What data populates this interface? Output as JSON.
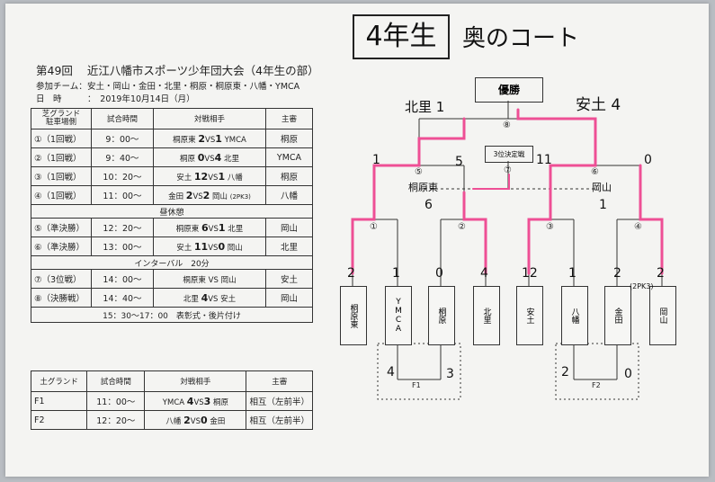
{
  "header": {
    "edition": "第49回",
    "tournament": "近江八幡市スポーツ少年団大会（4年生の部）",
    "teams_label": "参加チーム：",
    "teams": "安土・岡山・金田・北里・桐原・桐原東・八幡・YMCA",
    "date_label": "日　時",
    "date": "：　2019年10月14日（月）"
  },
  "schedule": {
    "col_ground": "芝グランド",
    "col_ground2": "駐車場側",
    "col_time": "試合時間",
    "col_opp": "対戦相手",
    "col_ref": "主審",
    "rows": [
      {
        "ground": "①（1回戦）",
        "time": "9：00～",
        "home": "桐原東",
        "hs": "2",
        "vs": "VS",
        "as": "1",
        "away": "YMCA",
        "ref": "桐原"
      },
      {
        "ground": "②（1回戦）",
        "time": "9：40～",
        "home": "桐原",
        "hs": "0",
        "vs": "VS",
        "as": "4",
        "away": "北里",
        "ref": "YMCA"
      },
      {
        "ground": "③（1回戦）",
        "time": "10：20～",
        "home": "安土",
        "hs": "12",
        "vs": "VS",
        "as": "1",
        "away": "八幡",
        "ref": "桐原"
      },
      {
        "ground": "④（1回戦）",
        "time": "11：00～",
        "home": "金田",
        "hs": "2",
        "vs": "VS",
        "as": "2",
        "away": "岡山",
        "ref": "八幡"
      }
    ],
    "pk_note": "(2PK3)",
    "break1": "昼休憩",
    "rows2": [
      {
        "ground": "⑤（準決勝）",
        "time": "12：20～",
        "home": "桐原東",
        "hs": "6",
        "vs": "VS",
        "as": "1",
        "away": "北里",
        "ref": "岡山"
      },
      {
        "ground": "⑥（準決勝）",
        "time": "13：00～",
        "home": "安土",
        "hs": "11",
        "vs": "VS",
        "as": "0",
        "away": "岡山",
        "ref": "北里"
      }
    ],
    "break2": "インターバル　20分",
    "rows3": [
      {
        "ground": "⑦（3位戦）",
        "time": "14：00～",
        "home": "桐原東",
        "hs": "",
        "vs": "VS",
        "as": "",
        "away": "岡山",
        "ref": "安土"
      },
      {
        "ground": "⑧（決勝戦）",
        "time": "14：40～",
        "home": "北里",
        "hs": "4",
        "vs": "VS",
        "as": "",
        "away": "安土",
        "ref": "岡山"
      }
    ],
    "closing": "15：30～17：00　表彰式・後片付け"
  },
  "ground": {
    "col_ground": "土グランド",
    "col_time": "試合時間",
    "col_opp": "対戦相手",
    "col_ref": "主審",
    "rows": [
      {
        "ground": "F1",
        "time": "11：00～",
        "home": "YMCA",
        "hs": "4",
        "vs": "VS",
        "as": "3",
        "away": "桐原",
        "ref": "相互（左前半）"
      },
      {
        "ground": "F2",
        "time": "12：20～",
        "home": "八幡",
        "hs": "2",
        "vs": "VS",
        "as": "0",
        "away": "金田",
        "ref": "相互（左前半）"
      }
    ]
  },
  "bracket": {
    "title": "4年生",
    "court": "奥のコート",
    "champion": "優勝",
    "third": "3位決定戦",
    "final_left": "北里 1",
    "final_right": "安土 4",
    "teams": [
      "桐原東",
      "YMCA",
      "桐原",
      "北里",
      "安土",
      "八幡",
      "金田",
      "岡山"
    ],
    "team_scores": [
      "2",
      "1",
      "0",
      "4",
      "12",
      "1",
      "2",
      "2"
    ],
    "pk": "(2PK3)",
    "nodes": [
      "①",
      "②",
      "③",
      "④",
      "⑤",
      "⑥",
      "⑦",
      "⑧"
    ],
    "semi_scores": [
      "1",
      "5",
      "11",
      "0"
    ],
    "third_left": "桐原東",
    "third_left_score": "6",
    "third_right": "岡山",
    "third_right_score": "1",
    "f1_label": "F1",
    "f2_label": "F2",
    "f1_scores": [
      "4",
      "3"
    ],
    "f2_scores": [
      "2",
      "0"
    ]
  }
}
